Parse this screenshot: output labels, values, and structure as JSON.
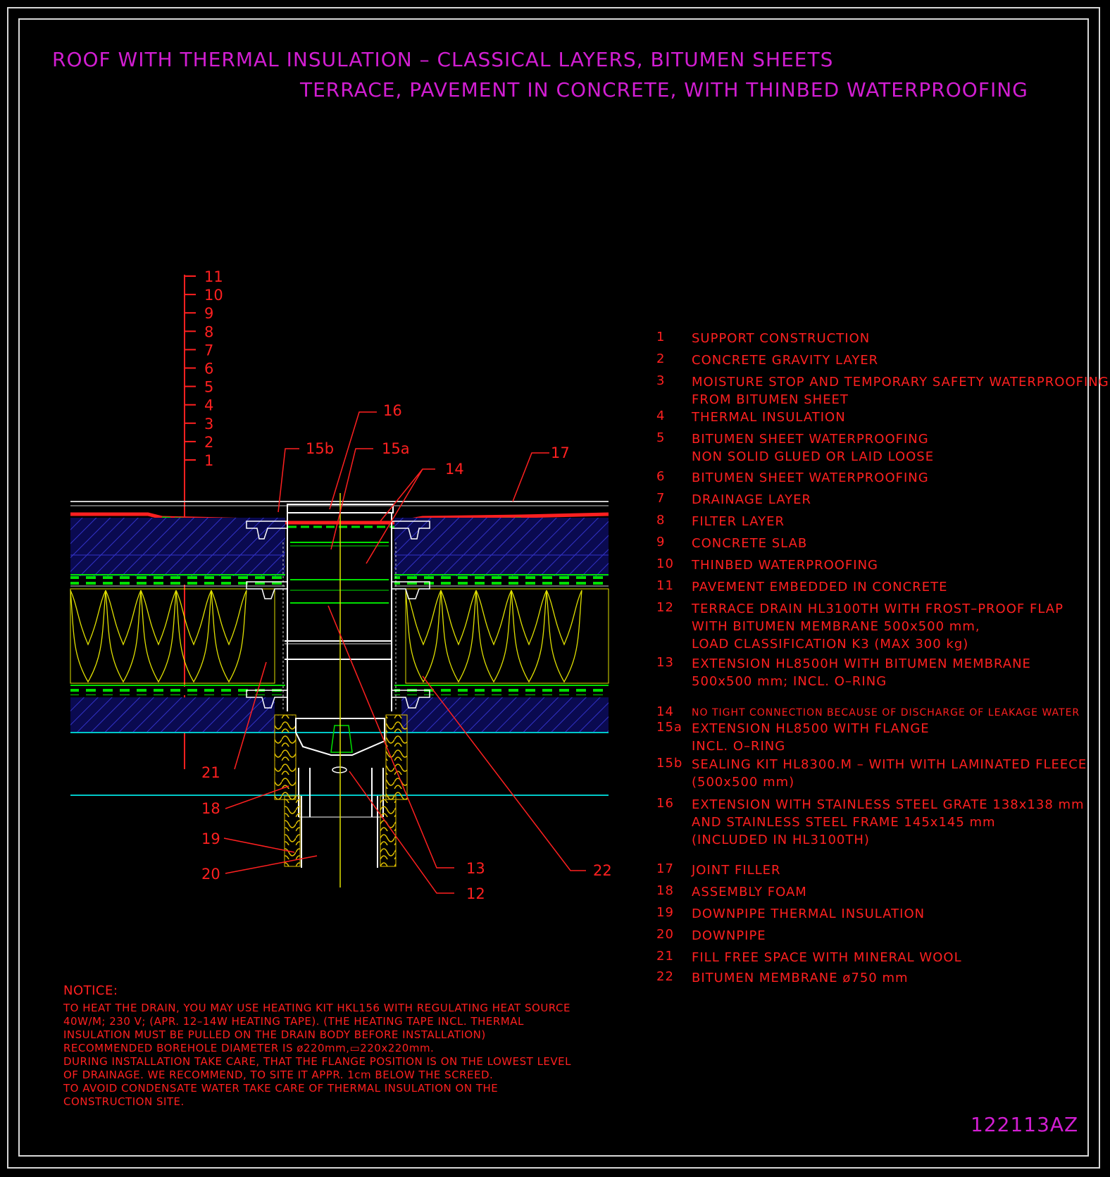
{
  "title": {
    "line1": "ROOF WITH THERMAL INSULATION – CLASSICAL LAYERS, BITUMEN SHEETS",
    "line2": "TERRACE, PAVEMENT IN CONCRETE, WITH THINBED WATERPROOFING"
  },
  "layer_scale": [
    "11",
    "10",
    "9",
    "8",
    "7",
    "6",
    "5",
    "4",
    "3",
    "2",
    "1"
  ],
  "callouts": {
    "c15b": "15b",
    "c16": "16",
    "c15a": "15a",
    "c14": "14",
    "c17": "17",
    "c21": "21",
    "c18": "18",
    "c19": "19",
    "c20": "20",
    "c13": "13",
    "c12": "12",
    "c22": "22"
  },
  "legend": [
    {
      "num": "1",
      "text": "SUPPORT CONSTRUCTION"
    },
    {
      "num": "2",
      "text": "CONCRETE GRAVITY LAYER"
    },
    {
      "num": "3",
      "text": "MOISTURE STOP AND TEMPORARY SAFETY WATERPROOFING\nFROM BITUMEN SHEET"
    },
    {
      "num": "4",
      "text": "THERMAL INSULATION"
    },
    {
      "num": "5",
      "text": "BITUMEN SHEET WATERPROOFING\nNON SOLID GLUED OR LAID LOOSE"
    },
    {
      "num": "6",
      "text": "BITUMEN SHEET WATERPROOFING"
    },
    {
      "num": "7",
      "text": "DRAINAGE LAYER"
    },
    {
      "num": "8",
      "text": "FILTER LAYER"
    },
    {
      "num": "9",
      "text": "CONCRETE SLAB"
    },
    {
      "num": "10",
      "text": "THINBED WATERPROOFING"
    },
    {
      "num": "11",
      "text": "PAVEMENT EMBEDDED IN CONCRETE"
    },
    {
      "num": "12",
      "text": "TERRACE DRAIN HL3100TH WITH FROST–PROOF FLAP\nWITH BITUMEN MEMBRANE 500x500 mm,\nLOAD CLASSIFICATION K3 (MAX 300 kg)"
    },
    {
      "num": "13",
      "text": "EXTENSION HL8500H WITH BITUMEN MEMBRANE\n500x500 mm; INCL. O–RING"
    },
    {
      "num": "14",
      "text": "NO TIGHT CONNECTION BECAUSE OF DISCHARGE OF LEAKAGE WATER"
    },
    {
      "num": "15a",
      "text": "EXTENSION HL8500 WITH FLANGE\nINCL. O–RING"
    },
    {
      "num": "15b",
      "text": "SEALING KIT HL8300.M – WITH WITH LAMINATED FLEECE\n(500x500 mm)"
    },
    {
      "num": "16",
      "text": "EXTENSION WITH STAINLESS STEEL GRATE 138x138 mm\nAND STAINLESS STEEL FRAME 145x145 mm\n(INCLUDED IN HL3100TH)"
    },
    {
      "num": "17",
      "text": "JOINT FILLER"
    },
    {
      "num": "18",
      "text": "ASSEMBLY FOAM"
    },
    {
      "num": "19",
      "text": "DOWNPIPE THERMAL INSULATION"
    },
    {
      "num": "20",
      "text": "DOWNPIPE"
    },
    {
      "num": "21",
      "text": "FILL FREE SPACE WITH MINERAL WOOL"
    },
    {
      "num": "22",
      "text": "BITUMEN MEMBRANE ø750 mm"
    }
  ],
  "notice": {
    "heading": "NOTICE:",
    "lines": [
      "TO HEAT THE DRAIN, YOU MAY USE HEATING KIT HKL156 WITH REGULATING HEAT SOURCE",
      "40W/M; 230 V;  (APR. 12–14W HEATING TAPE). (THE HEATING TAPE INCL. THERMAL",
      "INSULATION MUST BE PULLED ON THE DRAIN BODY BEFORE INSTALLATION)",
      "RECOMMENDED BOREHOLE DIAMETER IS ø220mm,▭220x220mm.",
      "DURING INSTALLATION TAKE CARE, THAT THE FLANGE POSITION IS ON THE LOWEST LEVEL",
      "OF DRAINAGE. WE RECOMMEND, TO SITE IT APPR. 1cm BELOW THE SCREED.",
      "TO AVOID CONDENSATE WATER TAKE CARE OF THERMAL INSULATION ON THE",
      "CONSTRUCTION SITE."
    ]
  },
  "drawing_code": "122113AZ",
  "colors": {
    "background": "#000000",
    "frame": "#d8d8d8",
    "title": "#d21ed2",
    "annotation": "#ff2020",
    "concrete_hatch": "#3232c8",
    "slab_fill": "#0a0a50",
    "waterproofing": "#00e000",
    "insulation": "#e0e000",
    "drain_body": "#ffffff",
    "cyan_line": "#00c8c8",
    "axis": "#e0e000"
  }
}
